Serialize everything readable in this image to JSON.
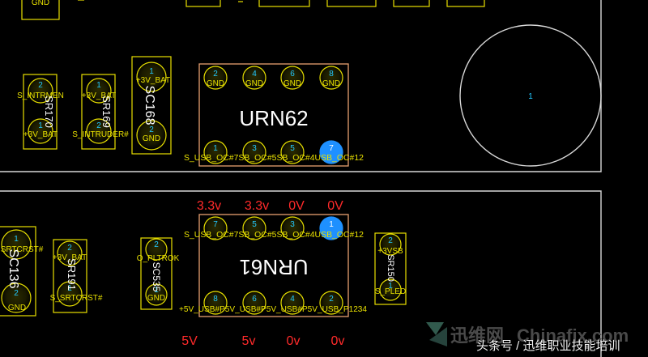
{
  "board_top": {
    "partial_top_label": "GND",
    "urn62": {
      "refdes": "URN62",
      "top_pins": [
        {
          "num": "2",
          "net": "GND"
        },
        {
          "num": "4",
          "net": "GND"
        },
        {
          "num": "6",
          "net": "GND"
        },
        {
          "num": "8",
          "net": "GND"
        }
      ],
      "bottom_pins": [
        {
          "num": "1",
          "net": "S_USB_OC#7"
        },
        {
          "num": "3",
          "net": "S_USB_OC#5"
        },
        {
          "num": "5",
          "net": "S_USB_OC#4"
        },
        {
          "num": "7",
          "net": "S_USB_OC#12"
        }
      ],
      "bottom_overlap_text": "S_USB_OC#7SB_OC#5SB_OC#4USB_OC#12"
    },
    "sr170": {
      "refdes": "SR170",
      "pin_top": "2",
      "pin_bottom": "1",
      "net_top": "S_INTRMEN",
      "net_bottom": "+3V_BAT"
    },
    "sr169": {
      "refdes": "SR169",
      "pin_top": "1",
      "pin_bottom": "2",
      "net_top": "+3V_BAT",
      "net_bottom": "S_INTRUDER#"
    },
    "sc168": {
      "refdes": "SC168",
      "pin_top": "1",
      "pin_bottom": "2",
      "net_top": "+3V_BAT",
      "net_bottom": "GND"
    },
    "mount_hole": {
      "pin": "1"
    }
  },
  "voltages_top": [
    "3.3v",
    "3.3v",
    "0V",
    "0V"
  ],
  "board_bottom": {
    "urn61": {
      "refdes": "URN61",
      "top_pins": [
        {
          "num": "7",
          "net": "S_USB_OC#7"
        },
        {
          "num": "5",
          "net": "S_USB_OC#5"
        },
        {
          "num": "3",
          "net": "S_USB_OC#4"
        },
        {
          "num": "1",
          "net": "S_USB_OC#12"
        }
      ],
      "top_overlap_text": "S_USB_OC#7SB_OC#5SB_OC#4USB_OC#12",
      "bottom_pins": [
        {
          "num": "8",
          "net": "+5V_USB#P5V"
        },
        {
          "num": "6",
          "net": "+5V_USB#P5V"
        },
        {
          "num": "4",
          "net": "+5V_USB#P5V"
        },
        {
          "num": "2",
          "net": "USB_P1234"
        }
      ],
      "bottom_overlap_text": "+5V_USB#P5V_USB#P5V_USB#P5V_USB_P1234"
    },
    "sc136": {
      "refdes": "SC136",
      "pin_top": "1",
      "pin_bottom": "2",
      "net_top": "SRTCRST#",
      "net_bottom": "GND"
    },
    "sr191": {
      "refdes": "SR191",
      "pin_top": "2",
      "pin_bottom": "1",
      "net_top": "+3V_BAT",
      "net_bottom": "S_SRTCRST#"
    },
    "sc535": {
      "refdes": "SC535",
      "pin_top": "2",
      "pin_bottom": "1",
      "net_top": "O_PLTROK",
      "net_bottom": "GND"
    },
    "sr150": {
      "refdes": "SR150",
      "pin_top": "2",
      "pin_bottom": "1",
      "net_top": "+3VSB",
      "net_bottom": "S_PLED"
    }
  },
  "voltages_bottom": [
    "5V",
    "5v",
    "0v",
    "0v"
  ],
  "watermark": {
    "brand_cn": "迅维网",
    "brand_en": "Chinafix.com",
    "caption": "头条号 / 迅维职业技能培训"
  },
  "colors": {
    "background": "#000000",
    "board_outline": "#d8d8d8",
    "silkscreen": "#e8a070",
    "pad_ring": "#e8e000",
    "pad_fill": "#bfbf00",
    "pin1_highlight": "#1e90ff",
    "net_text": "#e8e000",
    "pin_text": "#22c8ff",
    "voltage_text": "#ff2a2a"
  }
}
